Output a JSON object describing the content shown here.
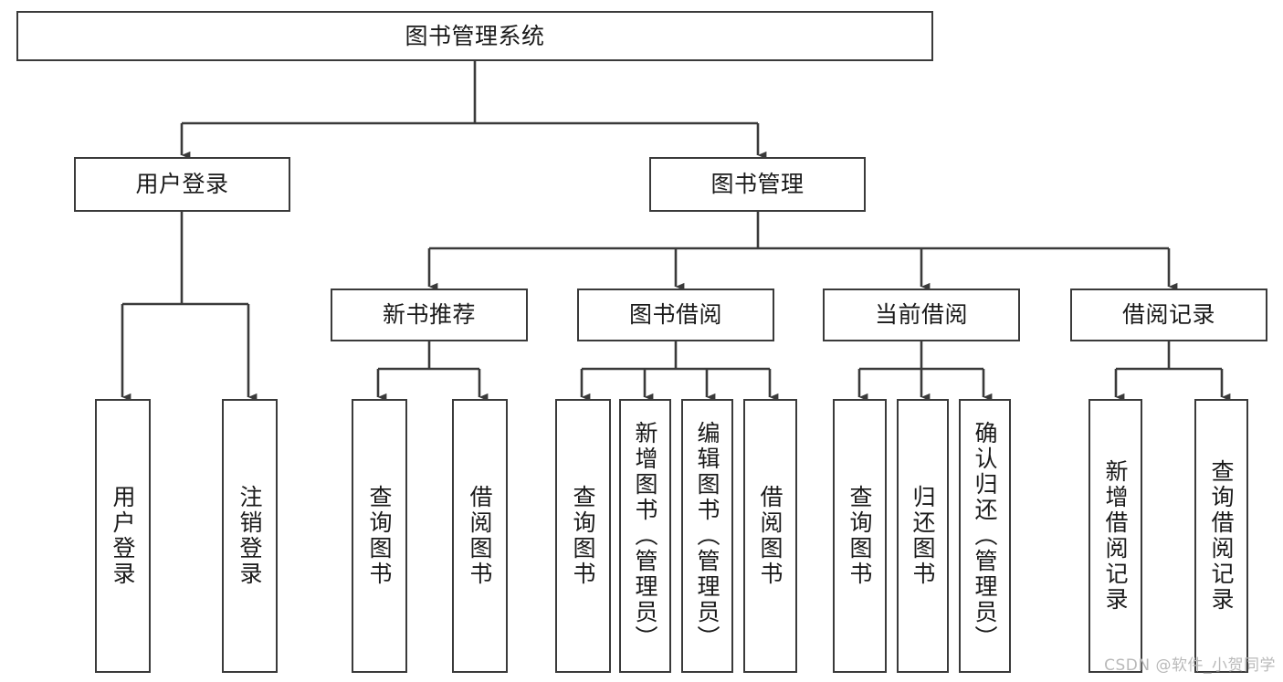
{
  "diagram": {
    "type": "tree-hierarchy-chart",
    "title": "图书管理系统",
    "root": {
      "label": "图书管理系统"
    },
    "level2": [
      {
        "label": "用户登录"
      },
      {
        "label": "图书管理"
      }
    ],
    "level3": [
      {
        "label": "新书推荐"
      },
      {
        "label": "图书借阅"
      },
      {
        "label": "当前借阅"
      },
      {
        "label": "借阅记录"
      }
    ],
    "leaves": {
      "user_login": [
        {
          "label": "用户登录"
        },
        {
          "label": "注销登录"
        }
      ],
      "new_book_recommend": [
        {
          "label": "查询图书"
        },
        {
          "label": "借阅图书"
        }
      ],
      "book_borrow": [
        {
          "label": "查询图书"
        },
        {
          "label": "新增图书（管理员）"
        },
        {
          "label": "编辑图书（管理员）"
        },
        {
          "label": "借阅图书"
        }
      ],
      "current_borrow": [
        {
          "label": "查询图书"
        },
        {
          "label": "归还图书"
        },
        {
          "label": "确认归还（管理员）"
        }
      ],
      "borrow_record": [
        {
          "label": "新增借阅记录"
        },
        {
          "label": "查询借阅记录"
        }
      ]
    }
  },
  "watermark": {
    "text": "CSDN @软件_小贺同学"
  },
  "colors": {
    "stroke": "#3a3a3a",
    "background": "#ffffff",
    "text": "#1a1a1a",
    "watermark": "#b9b9b9"
  }
}
